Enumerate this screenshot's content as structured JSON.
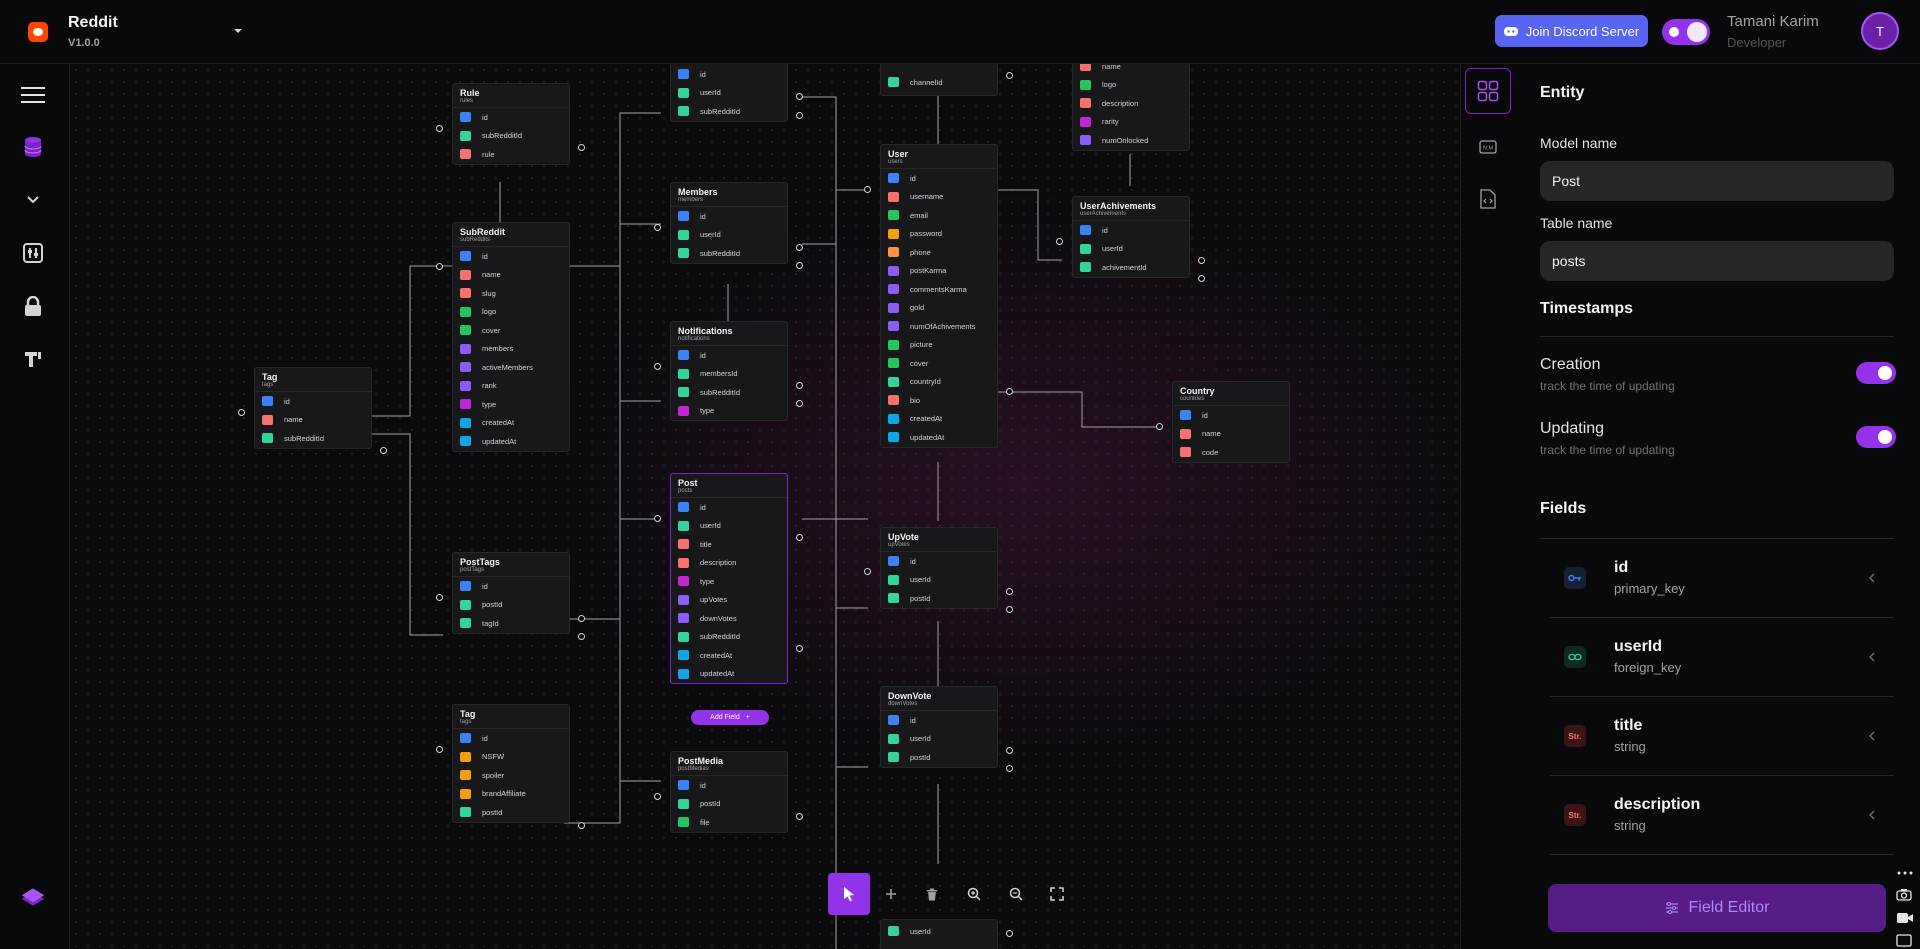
{
  "app": {
    "name": "Reddit",
    "version": "V1.0.0"
  },
  "header": {
    "discord_label": "Join Discord Server",
    "user_name": "Tamani Karim",
    "user_role": "Developer",
    "avatar_initial": "T"
  },
  "sidebar_icons": [
    "menu-icon",
    "database-icon",
    "chevron-down-icon",
    "sliders-icon",
    "lock-icon",
    "text-icon"
  ],
  "colors": {
    "accent": "#9333ea",
    "discord": "#5865f2",
    "id_field": "#3b82f6",
    "foreign_key": "#34d399",
    "string": "#f87171",
    "number": "#8b5cf6",
    "file": "#22c55e",
    "bool": "#f59e0b",
    "date": "#0ea5e9"
  },
  "canvas": {
    "add_field_label": "Add Field",
    "nodes": [
      {
        "title": "Rule",
        "sub": "rules",
        "fields": [
          [
            "id",
            "id"
          ],
          [
            "subRedditId",
            "fk"
          ],
          [
            "rule",
            "str"
          ]
        ]
      },
      {
        "title": "SubReddit",
        "sub": "subReddits",
        "fields": [
          [
            "id",
            "id"
          ],
          [
            "name",
            "str"
          ],
          [
            "slug",
            "str"
          ],
          [
            "logo",
            "file"
          ],
          [
            "cover",
            "file"
          ],
          [
            "members",
            "num"
          ],
          [
            "activeMembers",
            "num"
          ],
          [
            "rank",
            "num"
          ],
          [
            "type",
            "enum"
          ],
          [
            "createdAt",
            "date"
          ],
          [
            "updatedAt",
            "date"
          ]
        ]
      },
      {
        "title": "Tag",
        "sub": "tags",
        "fields": [
          [
            "id",
            "id"
          ],
          [
            "name",
            "str"
          ],
          [
            "subRedditId",
            "fk"
          ]
        ]
      },
      {
        "title": "PostTags",
        "sub": "postTags",
        "fields": [
          [
            "id",
            "id"
          ],
          [
            "postId",
            "fk"
          ],
          [
            "tagId",
            "fk"
          ]
        ]
      },
      {
        "title": "Tag",
        "sub": "tags",
        "fields": [
          [
            "id",
            "id"
          ],
          [
            "NSFW",
            "bool"
          ],
          [
            "spoiler",
            "bool"
          ],
          [
            "brandAffiliate",
            "bool"
          ],
          [
            "postId",
            "fk"
          ]
        ]
      },
      {
        "title": "",
        "sub": "",
        "fields": [
          [
            "id",
            "id"
          ],
          [
            "userId",
            "fk"
          ],
          [
            "subRedditId",
            "fk"
          ]
        ]
      },
      {
        "title": "Members",
        "sub": "members",
        "fields": [
          [
            "id",
            "id"
          ],
          [
            "userId",
            "fk"
          ],
          [
            "subRedditId",
            "fk"
          ]
        ]
      },
      {
        "title": "Notifications",
        "sub": "notifications",
        "fields": [
          [
            "id",
            "id"
          ],
          [
            "membersId",
            "fk"
          ],
          [
            "subRedditId",
            "fk"
          ],
          [
            "type",
            "enum"
          ]
        ]
      },
      {
        "title": "Post",
        "sub": "posts",
        "fields": [
          [
            "id",
            "id"
          ],
          [
            "userId",
            "fk"
          ],
          [
            "title",
            "str"
          ],
          [
            "description",
            "str"
          ],
          [
            "type",
            "enum"
          ],
          [
            "upVotes",
            "num"
          ],
          [
            "downVotes",
            "num"
          ],
          [
            "subRedditId",
            "fk"
          ],
          [
            "createdAt",
            "date"
          ],
          [
            "updatedAt",
            "date"
          ]
        ]
      },
      {
        "title": "PostMedia",
        "sub": "postMedias",
        "fields": [
          [
            "id",
            "id"
          ],
          [
            "postId",
            "fk"
          ],
          [
            "file",
            "file"
          ]
        ]
      },
      {
        "title": "",
        "sub": "",
        "fields": [
          [
            "channelId",
            "fk"
          ]
        ]
      },
      {
        "title": "User",
        "sub": "users",
        "fields": [
          [
            "id",
            "id"
          ],
          [
            "username",
            "str"
          ],
          [
            "email",
            "mail"
          ],
          [
            "password",
            "bool"
          ],
          [
            "phone",
            "bool"
          ],
          [
            "postKarma",
            "num"
          ],
          [
            "commentsKarma",
            "num"
          ],
          [
            "gold",
            "num"
          ],
          [
            "numOfAchivements",
            "num"
          ],
          [
            "picture",
            "file"
          ],
          [
            "cover",
            "file"
          ],
          [
            "countryId",
            "fk"
          ],
          [
            "bio",
            "str"
          ],
          [
            "createdAt",
            "date"
          ],
          [
            "updatedAt",
            "date"
          ]
        ]
      },
      {
        "title": "UpVote",
        "sub": "upVotes",
        "fields": [
          [
            "id",
            "id"
          ],
          [
            "userId",
            "fk"
          ],
          [
            "postId",
            "fk"
          ]
        ]
      },
      {
        "title": "DownVote",
        "sub": "downVotes",
        "fields": [
          [
            "id",
            "id"
          ],
          [
            "userId",
            "fk"
          ],
          [
            "postId",
            "fk"
          ]
        ]
      },
      {
        "title": "",
        "sub": "",
        "fields": [
          [
            "userId",
            "fk"
          ]
        ]
      },
      {
        "title": "",
        "sub": "",
        "fields": [
          [
            "name",
            "str"
          ],
          [
            "logo",
            "file"
          ],
          [
            "description",
            "str"
          ],
          [
            "rarity",
            "enum"
          ],
          [
            "numOnlocked",
            "num"
          ]
        ]
      },
      {
        "title": "UserAchivements",
        "sub": "userAchivements",
        "fields": [
          [
            "id",
            "id"
          ],
          [
            "userId",
            "fk"
          ],
          [
            "achivementId",
            "fk"
          ]
        ]
      },
      {
        "title": "Country",
        "sub": "countries",
        "fields": [
          [
            "id",
            "id"
          ],
          [
            "name",
            "str"
          ],
          [
            "code",
            "str"
          ]
        ]
      }
    ]
  },
  "panel": {
    "title": "Entity",
    "model_name_label": "Model name",
    "model_name_value": "Post",
    "table_name_label": "Table name",
    "table_name_value": "posts",
    "timestamps_title": "Timestamps",
    "creation_label": "Creation",
    "creation_desc": "track the time of updating",
    "creation_on": true,
    "updating_label": "Updating",
    "updating_desc": "track the time of updating",
    "updating_on": true,
    "fields_title": "Fields",
    "fields": [
      {
        "name": "id",
        "type": "primary_key",
        "icon": "key-icon"
      },
      {
        "name": "userId",
        "type": "foreign_key",
        "icon": "link-icon"
      },
      {
        "name": "title",
        "type": "string",
        "icon": "Str."
      },
      {
        "name": "description",
        "type": "string",
        "icon": "Str."
      }
    ],
    "field_editor_label": "Field Editor"
  }
}
